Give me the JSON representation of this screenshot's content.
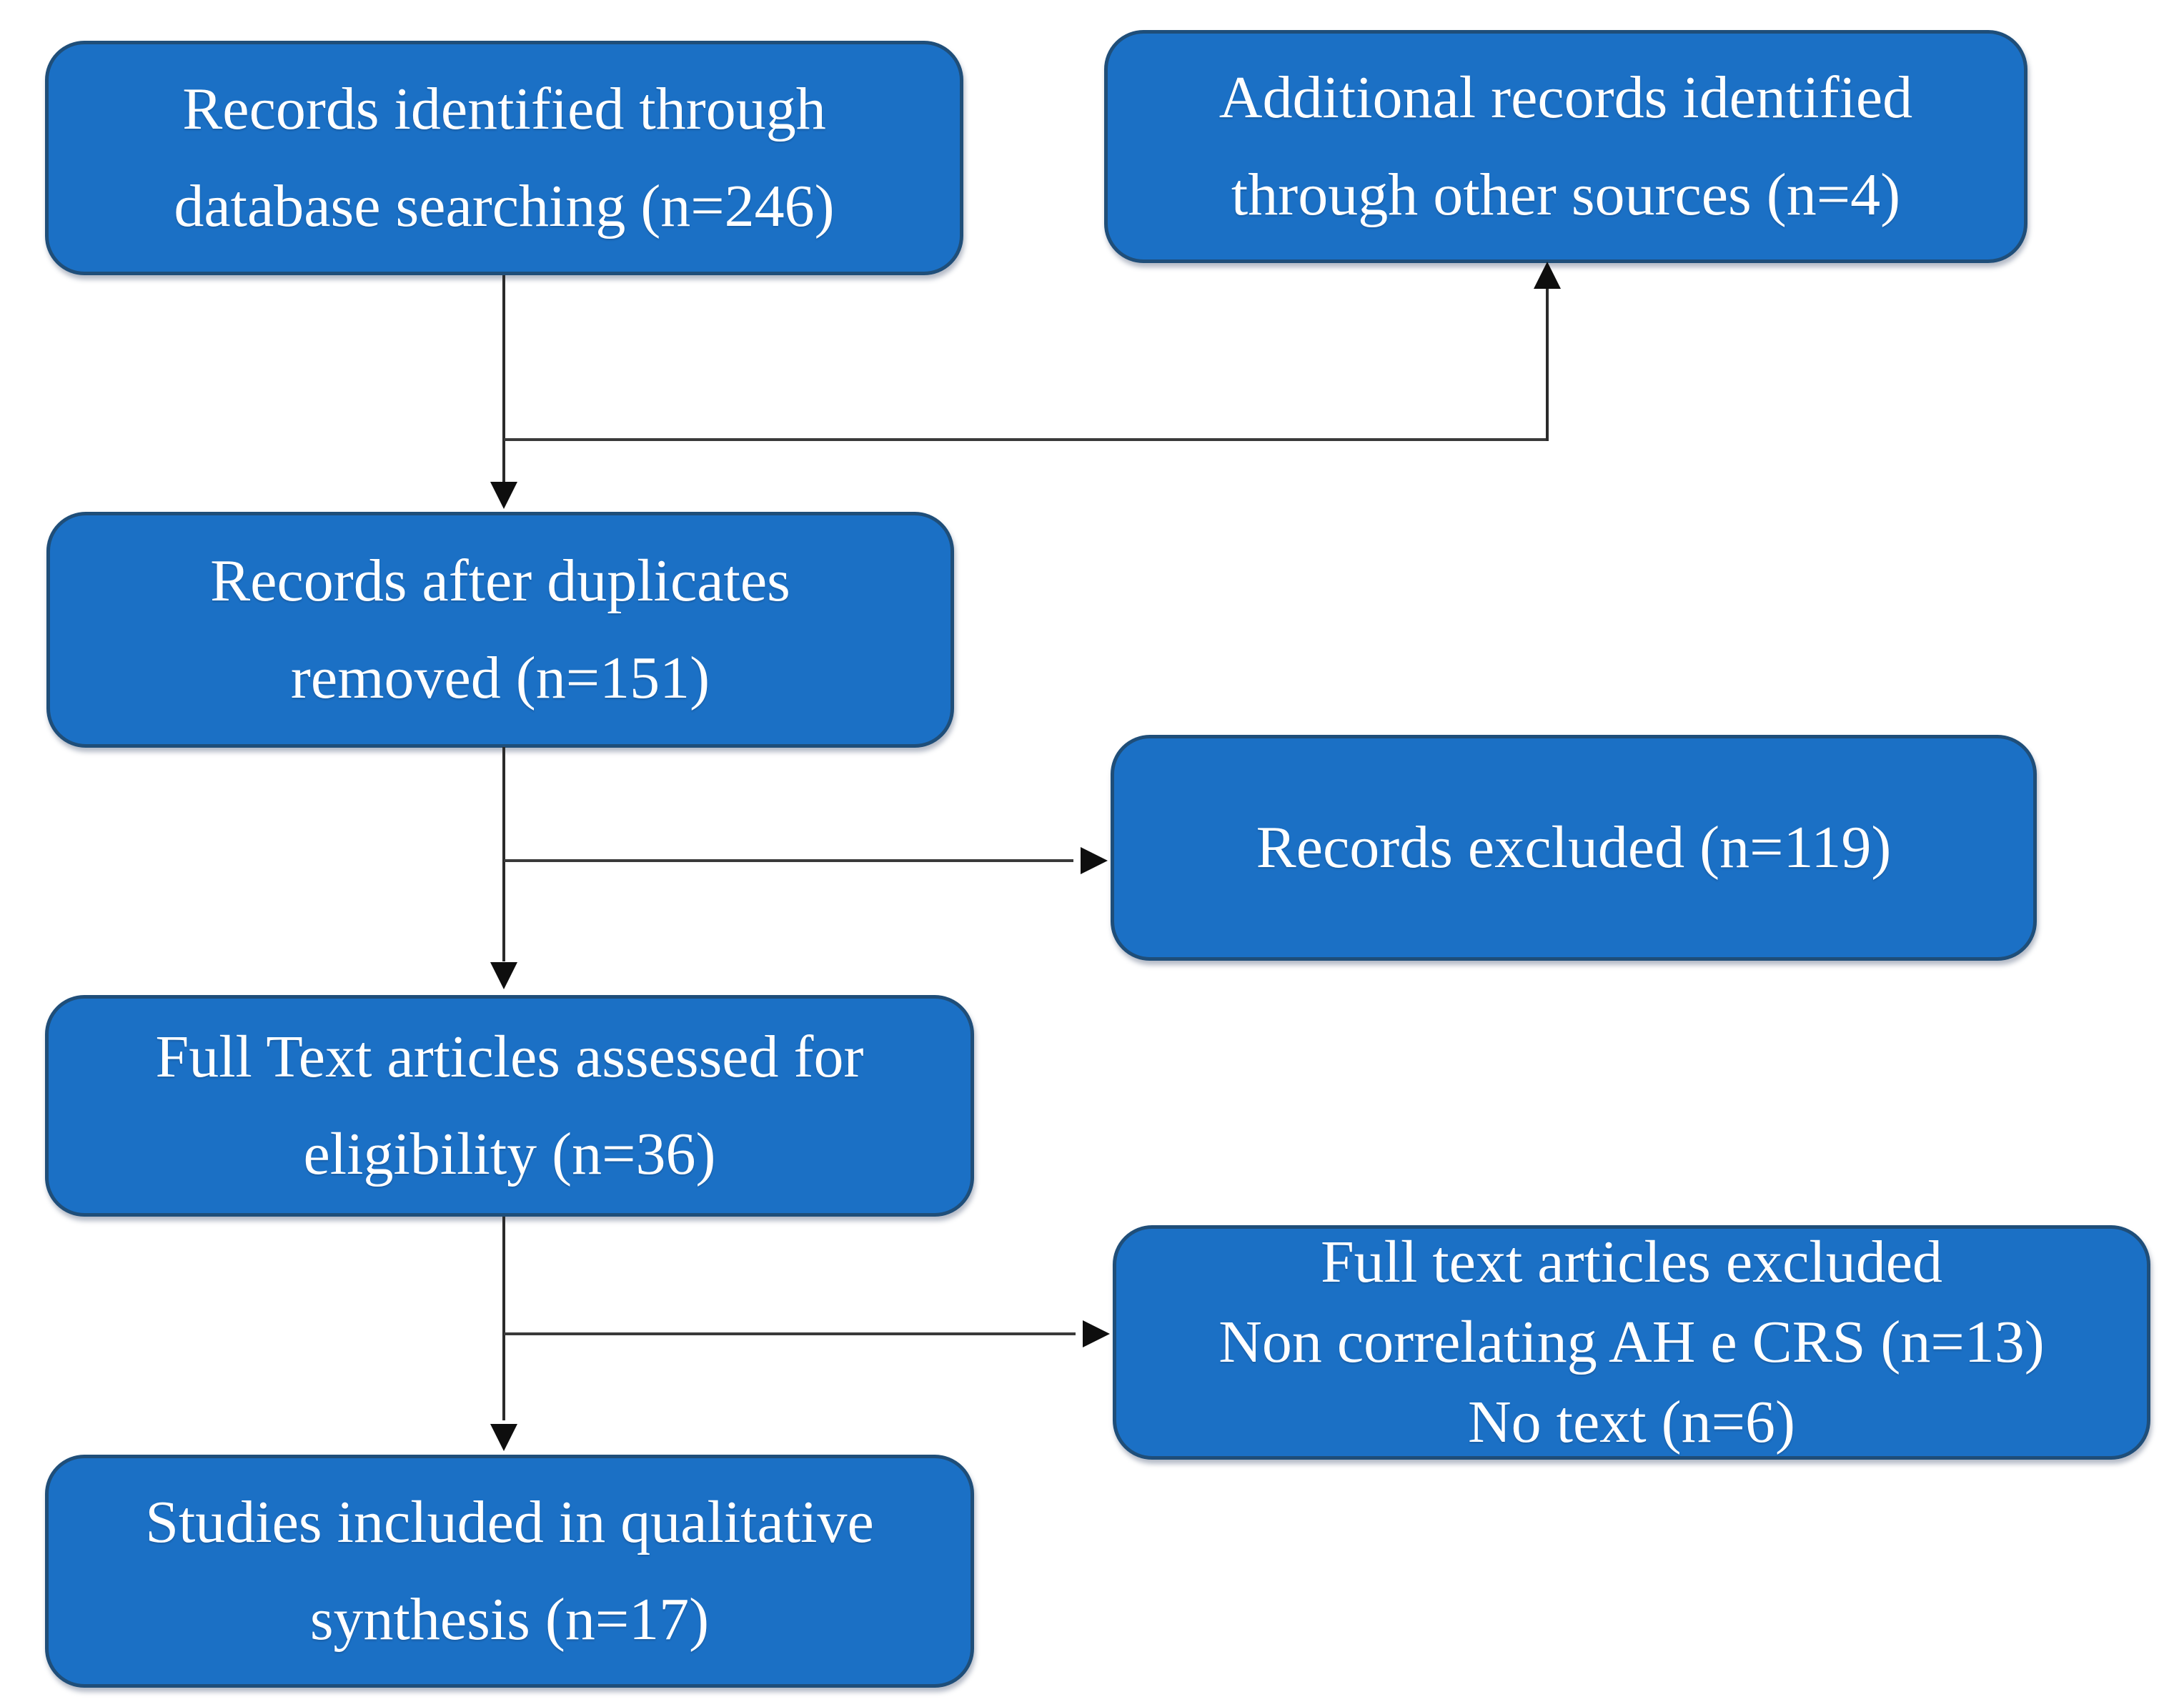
{
  "diagram": {
    "kind": "prisma-flowchart",
    "colors": {
      "box_fill": "#1B70C5",
      "box_border": "#1F4E79",
      "box_text": "#FFFFFF",
      "connector_line": "#2B2B2B",
      "arrowhead": "#0E0E0E",
      "background": "#FFFFFF"
    }
  },
  "boxes": [
    {
      "id": "records-identified",
      "lines": [
        "Records identified through",
        "database searching (n=246)"
      ]
    },
    {
      "id": "additional-records",
      "lines": [
        "Additional records identified",
        "through other sources (n=4)"
      ]
    },
    {
      "id": "records-after-duplicates",
      "lines": [
        "Records after duplicates",
        "removed (n=151)"
      ]
    },
    {
      "id": "records-excluded",
      "lines": [
        "Records excluded (n=119)"
      ]
    },
    {
      "id": "full-text-assessed",
      "lines": [
        "Full Text articles assessed for",
        "eligibility (n=36)"
      ]
    },
    {
      "id": "full-text-excluded",
      "lines": [
        "Full text articles excluded",
        "Non correlating AH e CRS (n=13)",
        "No text (n=6)"
      ]
    },
    {
      "id": "studies-included",
      "lines": [
        "Studies included in qualitative",
        "synthesis (n=17)"
      ]
    }
  ],
  "edges": [
    {
      "from": "records-identified",
      "to": "additional-records"
    },
    {
      "from": "records-identified",
      "to": "records-after-duplicates"
    },
    {
      "from": "records-after-duplicates",
      "to": "records-excluded"
    },
    {
      "from": "records-after-duplicates",
      "to": "full-text-assessed"
    },
    {
      "from": "full-text-assessed",
      "to": "full-text-excluded"
    },
    {
      "from": "full-text-assessed",
      "to": "studies-included"
    }
  ]
}
